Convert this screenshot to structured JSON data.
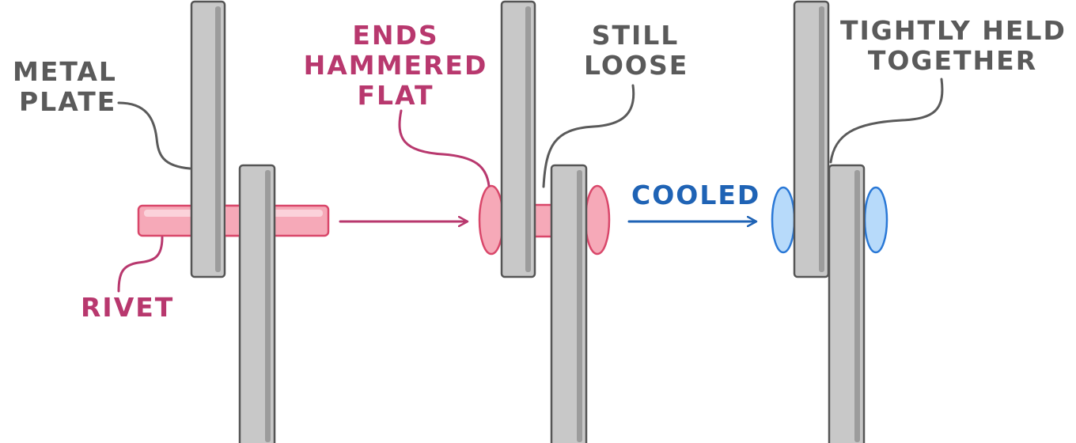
{
  "labels": {
    "metal_plate": [
      "METAL",
      "PLATE"
    ],
    "rivet": "RIVET",
    "ends_hammered_flat": [
      "ENDS",
      "HAMMERED",
      "FLAT"
    ],
    "still_loose": [
      "STILL",
      "LOOSE"
    ],
    "cooled": "COOLED",
    "tightly_held_together": [
      "TIGHTLY HELD",
      "TOGETHER"
    ]
  },
  "colors": {
    "plate_fill": "#c8c8c8",
    "plate_stroke": "#555555",
    "hot_rivet_fill": "#f6a9b8",
    "hot_rivet_stroke": "#d9476a",
    "cool_rivet_fill": "#b7dafa",
    "cool_rivet_stroke": "#2a78d6",
    "pink_text": "#b8386e",
    "blue_text": "#1f63b5",
    "gray_text": "#5a5a5a"
  }
}
